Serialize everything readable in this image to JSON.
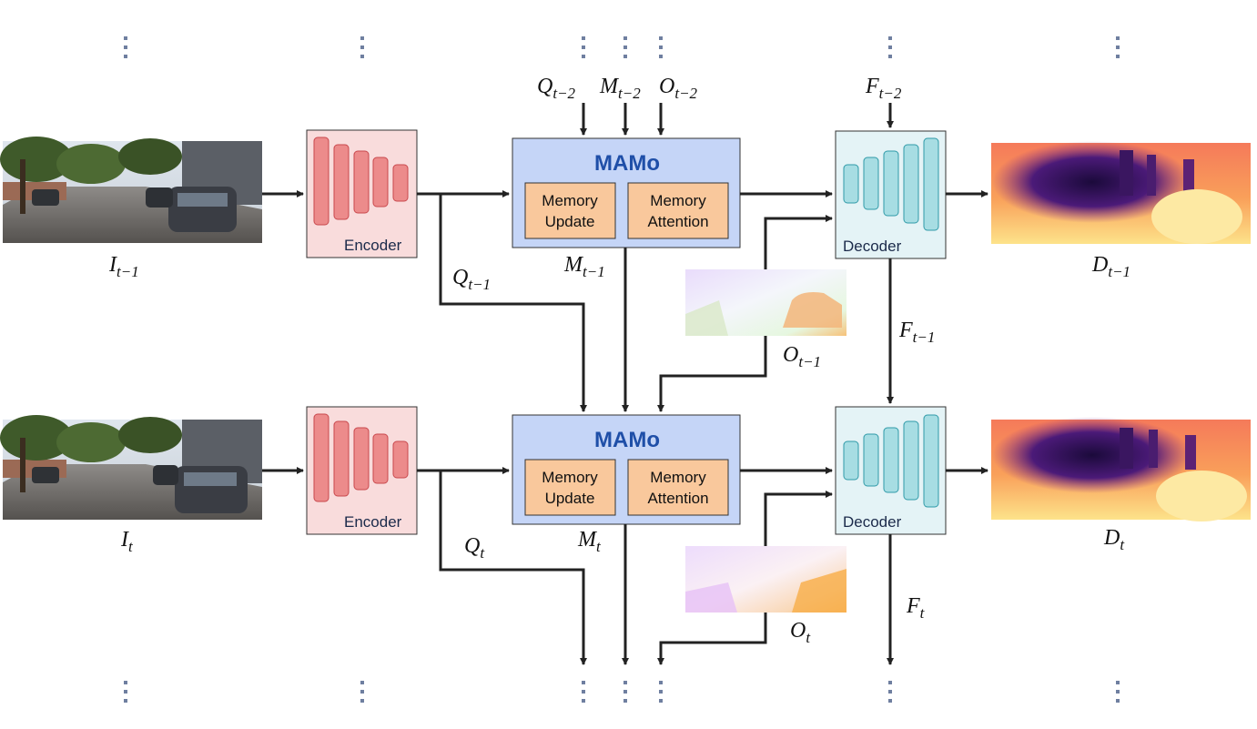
{
  "rows": [
    {
      "input_label": "I",
      "input_sub": "t−1",
      "encoder_label": "Encoder",
      "mamo_title": "MAMo",
      "mem_update_l1": "Memory",
      "mem_update_l2": "Update",
      "mem_attention_l1": "Memory",
      "mem_attention_l2": "Attention",
      "q_label": "Q",
      "q_sub": "t−1",
      "m_label": "M",
      "m_sub": "t−1",
      "o_label": "O",
      "o_sub": "t−1",
      "decoder_label": "Decoder",
      "f_label": "F",
      "f_sub": "t−1",
      "d_label": "D",
      "d_sub": "t−1"
    },
    {
      "input_label": "I",
      "input_sub": "t",
      "encoder_label": "Encoder",
      "mamo_title": "MAMo",
      "mem_update_l1": "Memory",
      "mem_update_l2": "Update",
      "mem_attention_l1": "Memory",
      "mem_attention_l2": "Attention",
      "q_label": "Q",
      "q_sub": "t",
      "m_label": "M",
      "m_sub": "t",
      "o_label": "O",
      "o_sub": "t",
      "decoder_label": "Decoder",
      "f_label": "F",
      "f_sub": "t",
      "d_label": "D",
      "d_sub": "t"
    }
  ],
  "top_inputs": {
    "q_label": "Q",
    "q_sub": "t−2",
    "m_label": "M",
    "m_sub": "t−2",
    "o_label": "O",
    "o_sub": "t−2",
    "f_label": "F",
    "f_sub": "t−2"
  },
  "colors": {
    "encoder_fill": "#f9dcdc",
    "encoder_bar": "#ec8b8b",
    "mamo_fill": "#c5d5f7",
    "mamo_title": "#1f4fa8",
    "memory_fill": "#f9c89c",
    "decoder_fill": "#e4f3f6",
    "decoder_bar": "#a7dde3",
    "dots": "#6f7fa0"
  }
}
